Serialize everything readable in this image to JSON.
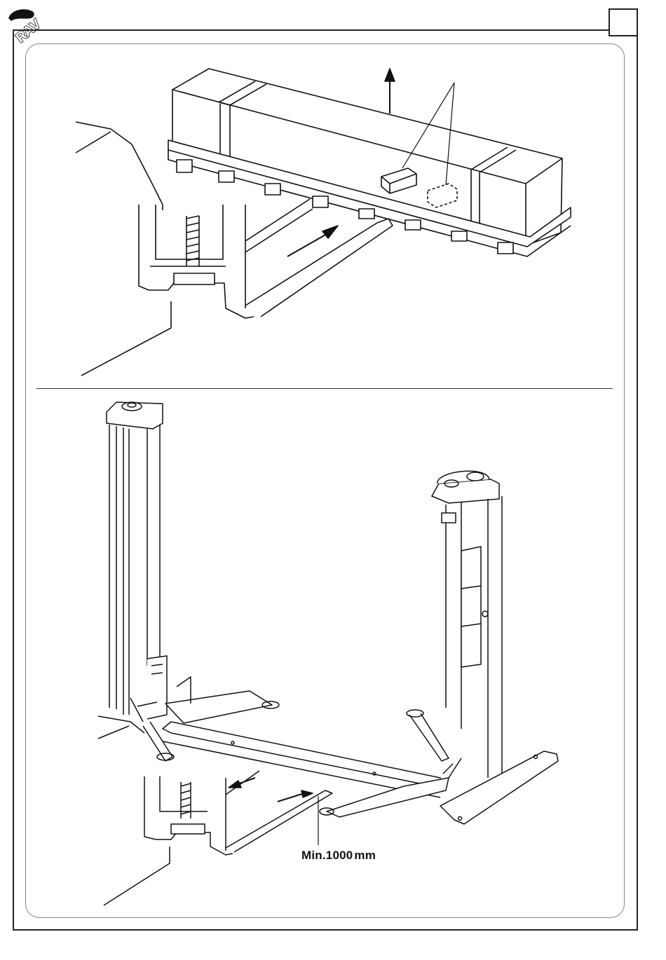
{
  "header": {
    "logo_text": "RAV",
    "page_number": ""
  },
  "figure_bottom": {
    "dimension_value": "Min.1000",
    "dimension_unit": "mm"
  },
  "icons": [
    "rav-logo-icon",
    "lift-arrow-icon",
    "direction-arrow-icon"
  ]
}
